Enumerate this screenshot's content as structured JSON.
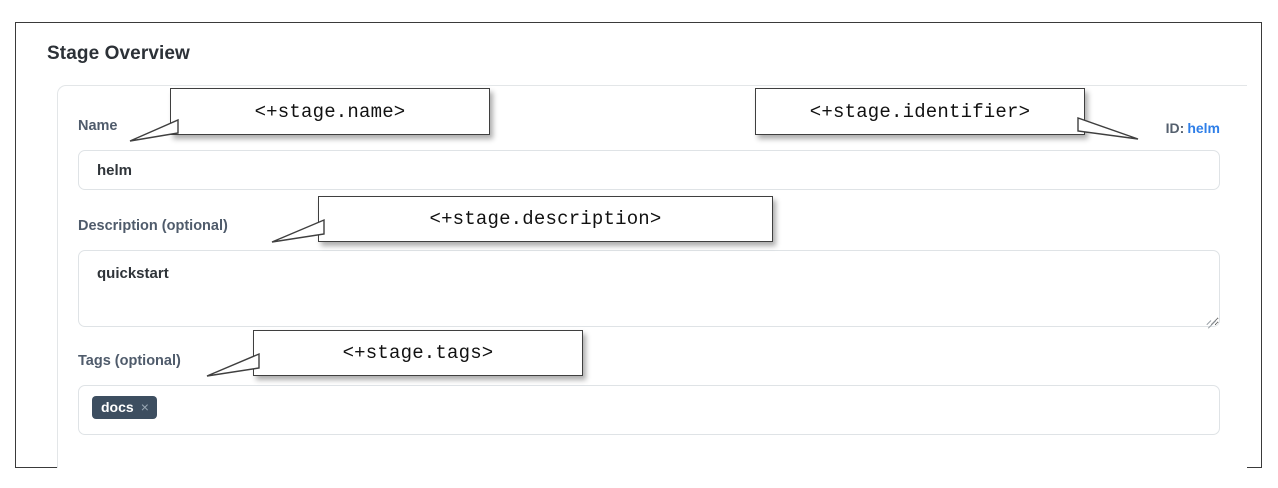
{
  "page": {
    "title": "Stage Overview"
  },
  "form": {
    "name": {
      "label": "Name",
      "value": "helm",
      "placeholder": ""
    },
    "description": {
      "label": "Description (optional)",
      "value": "quickstart",
      "placeholder": ""
    },
    "tags": {
      "label": "Tags (optional)",
      "chips": [
        {
          "text": "docs",
          "remove_glyph": "×"
        }
      ]
    }
  },
  "identifier": {
    "key": "ID:",
    "value": "helm"
  },
  "annotations": [
    {
      "text": "<+stage.name>"
    },
    {
      "text": "<+stage.identifier>"
    },
    {
      "text": "<+stage.description>"
    },
    {
      "text": "<+stage.tags>"
    }
  ],
  "colors": {
    "frame_border": "#3a3a3a",
    "heading": "#2c3137",
    "label": "#4f5b6b",
    "id_value_link": "#2f7fe8",
    "input_border": "#dfe3e6",
    "tag_chip_bg": "#3d4e60",
    "tag_chip_text": "#ffffff",
    "tag_remove": "#9aa8b4",
    "callout_border": "#3f3f3f",
    "callout_bg": "#ffffff"
  }
}
